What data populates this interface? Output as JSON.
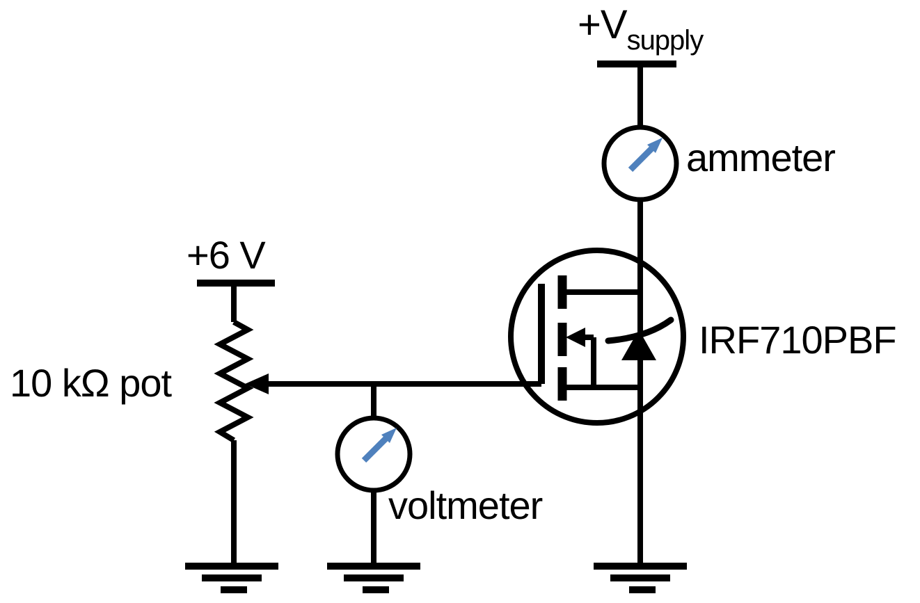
{
  "colors": {
    "background": "#ffffff",
    "line": "#000000",
    "meter_arrow": "#4f81bd"
  },
  "labels": {
    "supply_main": "+V",
    "supply_sub": "supply",
    "ammeter": "ammeter",
    "mosfet_part": "IRF710PBF",
    "pot": "10 kΩ pot",
    "voltmeter": "voltmeter",
    "gate_bias": "+6 V"
  },
  "components": {
    "power_rail": "+Vsupply",
    "ammeter": "ammeter (analog meter, series with drain)",
    "mosfet": "IRF710PBF N-channel MOSFET with body diode",
    "potentiometer": "10 kΩ pot from +6 V to ground, wiper to gate",
    "voltmeter": "voltmeter from gate node to ground",
    "grounds": [
      "pot ground",
      "voltmeter ground",
      "source ground"
    ]
  }
}
